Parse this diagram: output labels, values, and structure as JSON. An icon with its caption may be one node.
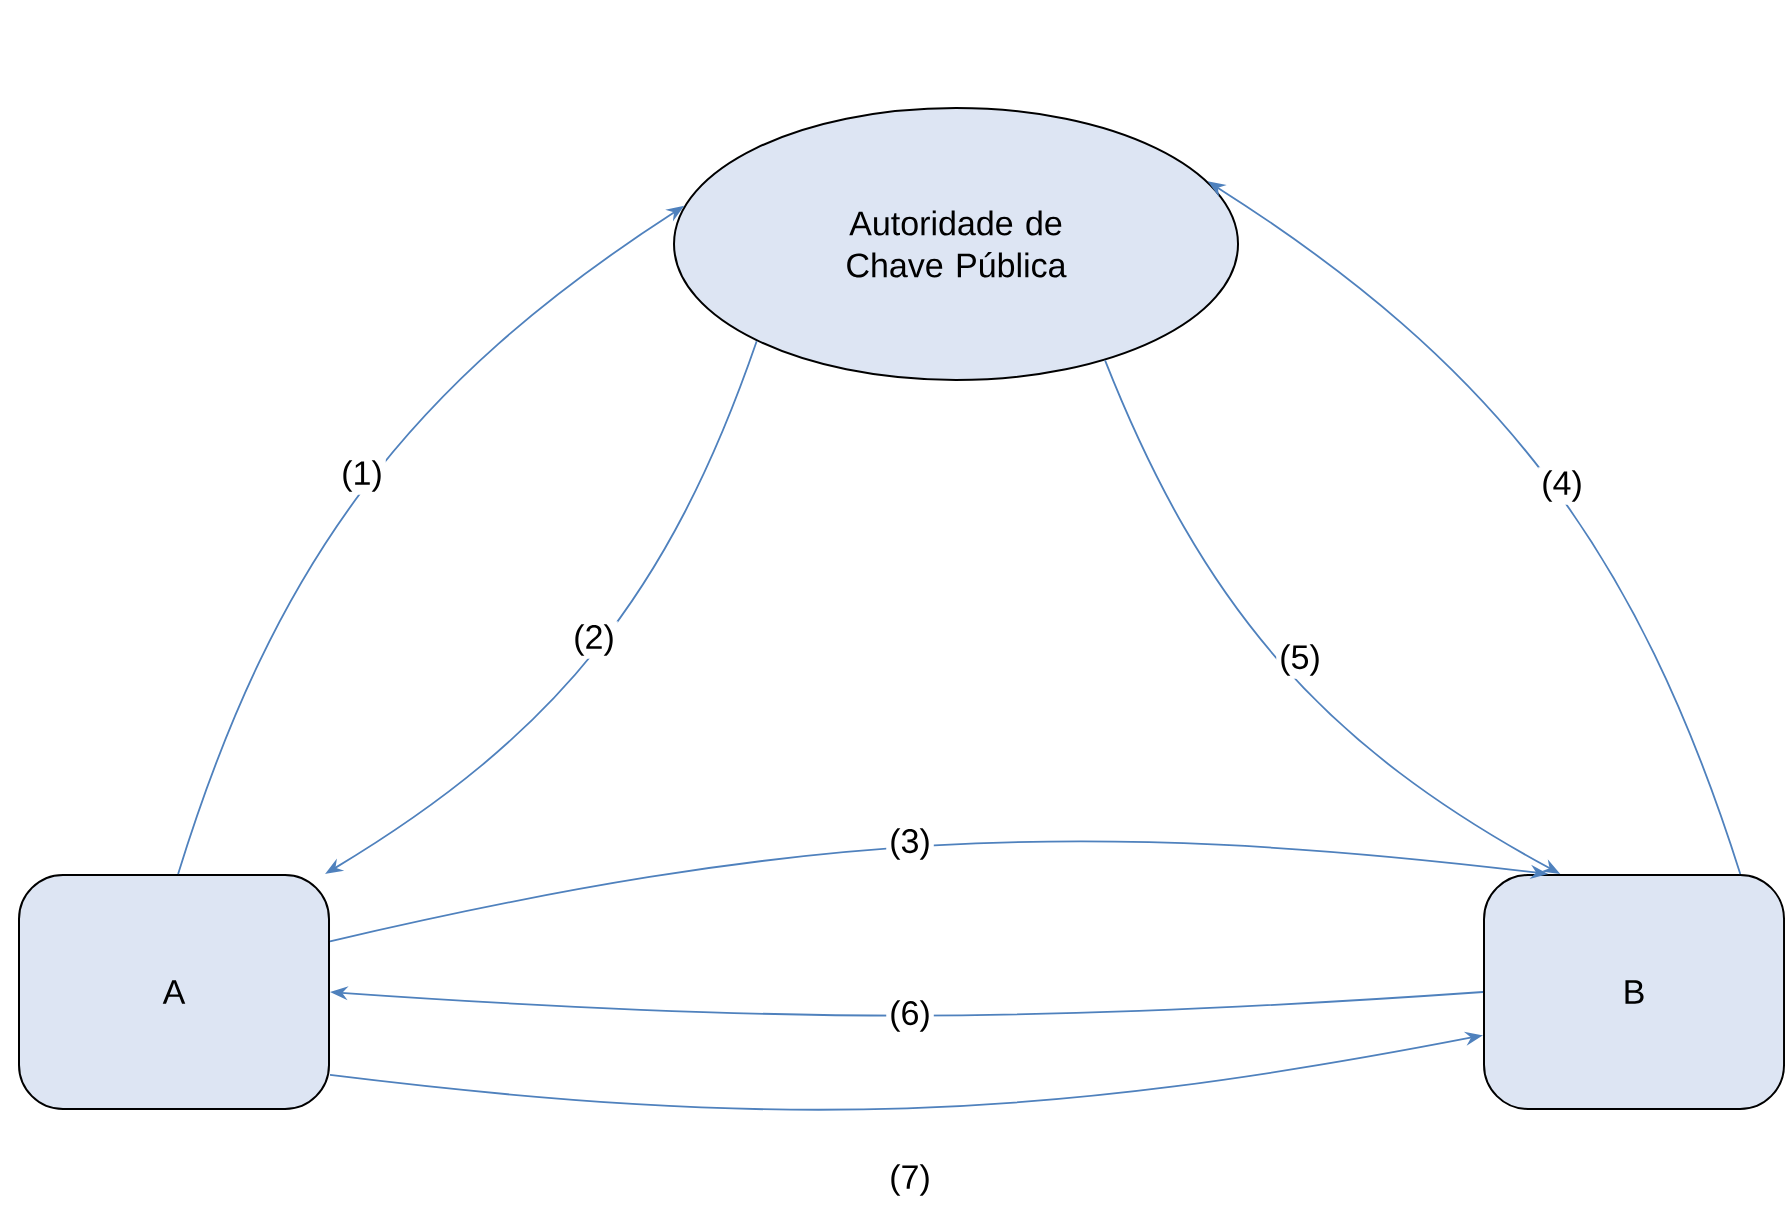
{
  "diagram": {
    "nodes": [
      {
        "text": [
          "Autoridade de Chave Pública"
        ]
      },
      {
        "text": [
          "A"
        ]
      },
      {
        "text": [
          "B"
        ]
      }
    ],
    "edges": [
      {
        "from": 1,
        "to": 0,
        "arrow": "to",
        "label": "(1)"
      },
      {
        "from": 0,
        "to": 1,
        "arrow": "to",
        "label": "(2)"
      },
      {
        "from": 1,
        "to": 2,
        "arrow": "to",
        "label": "(3)"
      },
      {
        "from": 2,
        "to": 0,
        "arrow": "to",
        "label": "(4)"
      },
      {
        "from": 0,
        "to": 2,
        "arrow": "to",
        "label": "(5)"
      },
      {
        "from": 2,
        "to": 1,
        "arrow": "to",
        "label": "(6)"
      },
      {
        "from": 1,
        "to": 2,
        "arrow": "to",
        "label": "(7)"
      }
    ]
  }
}
